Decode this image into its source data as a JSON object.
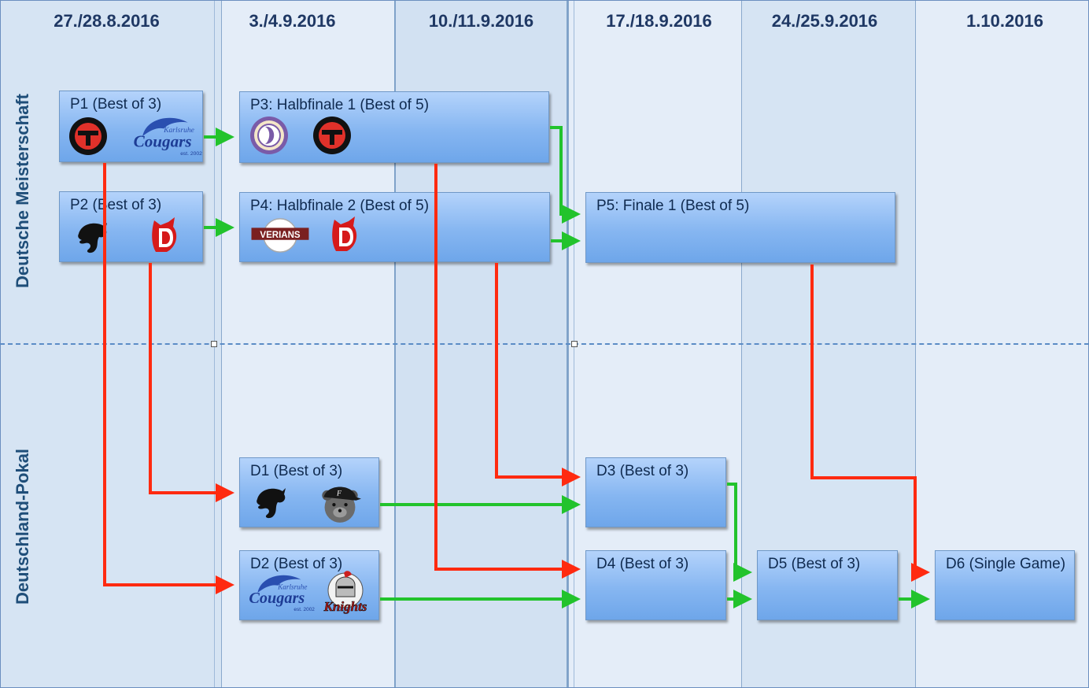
{
  "dates": [
    "27./28.8.2016",
    "3./4.9.2016",
    "10./11.9.2016",
    "17./18.9.2016",
    "24./25.9.2016",
    "1.10.2016"
  ],
  "sections": {
    "top": "Deutsche Meisterschaft",
    "bottom": "Deutschland-Pokal"
  },
  "nodes": {
    "p1": "P1 (Best of 3)",
    "p2": "P2 (Best of 3)",
    "p3": "P3: Halbfinale 1 (Best of 5)",
    "p4": "P4: Halbfinale 2 (Best of 5)",
    "p5": "P5: Finale 1 (Best of 5)",
    "d1": "D1 (Best of 3)",
    "d2": "D2 (Best of 3)",
    "d3": "D3 (Best of 3)",
    "d4": "D4 (Best of 3)",
    "d5": "D5 (Best of 3)",
    "d6": "D6 (Single Game)"
  },
  "logo_text": {
    "cougars_top": "Karlsruhe",
    "cougars_main": "Cougars",
    "cougars_sub": "est. 2002",
    "verians": "VERIANS",
    "knights": "Knights",
    "bear_cap": "F"
  },
  "colors": {
    "winner_arrow": "#22c32c",
    "loser_arrow": "#ff2a10"
  }
}
